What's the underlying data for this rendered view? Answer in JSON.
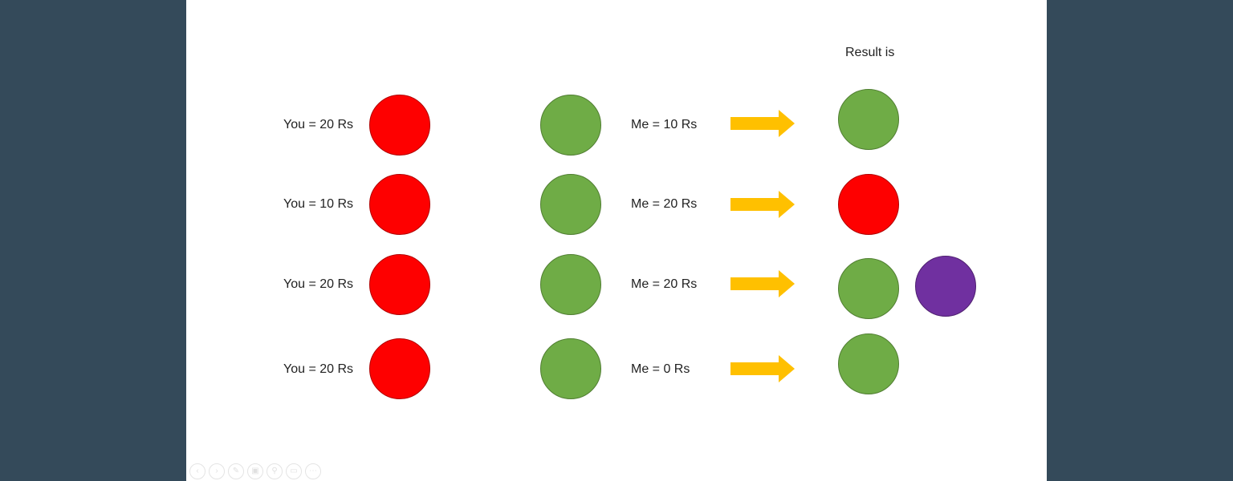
{
  "slide": {
    "header": "Result is",
    "rows": [
      {
        "you_label": "You = 20 Rs",
        "me_label": "Me = 10 Rs",
        "results": [
          "green"
        ]
      },
      {
        "you_label": "You = 10 Rs",
        "me_label": "Me = 20 Rs",
        "results": [
          "red"
        ]
      },
      {
        "you_label": "You = 20 Rs",
        "me_label": "Me = 20 Rs",
        "results": [
          "green",
          "purple"
        ]
      },
      {
        "you_label": "You = 20 Rs",
        "me_label": "Me = 0 Rs",
        "results": [
          "green"
        ]
      }
    ],
    "colors": {
      "red": "#fe0000",
      "green": "#6fac46",
      "purple": "#7030a0",
      "arrow": "#ffc000",
      "background": "#344a5a"
    }
  },
  "controls": {
    "icons": [
      "previous-icon",
      "next-icon",
      "pen-icon",
      "slides-icon",
      "zoom-icon",
      "screen-icon",
      "more-icon"
    ],
    "glyphs": [
      "‹",
      "›",
      "✎",
      "▣",
      "⚲",
      "▭",
      "⋯"
    ]
  }
}
